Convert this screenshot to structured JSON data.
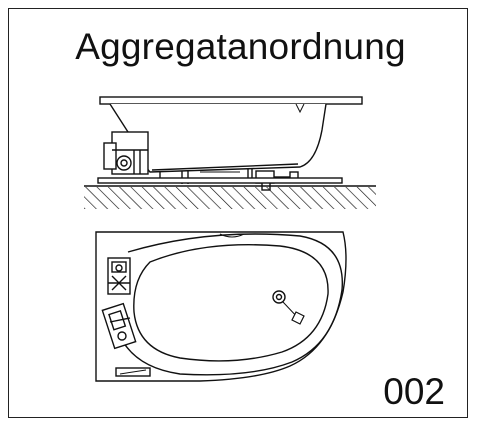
{
  "title": "Aggregatanordnung",
  "code": "002",
  "colors": {
    "line": "#111111",
    "background": "#ffffff"
  },
  "views": [
    "side-elevation",
    "top-plan"
  ]
}
